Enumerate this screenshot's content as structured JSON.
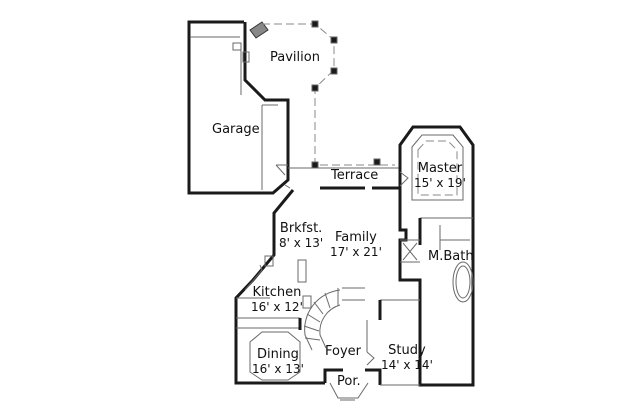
{
  "floor_plan": {
    "rooms": [
      {
        "id": "pavilion",
        "name": "Pavilion",
        "dimensions": ""
      },
      {
        "id": "garage",
        "name": "Garage",
        "dimensions": ""
      },
      {
        "id": "terrace",
        "name": "Terrace",
        "dimensions": ""
      },
      {
        "id": "master",
        "name": "Master",
        "dimensions": "15' x 19'"
      },
      {
        "id": "brkfst",
        "name": "Brkfst.",
        "dimensions": "8' x 13'"
      },
      {
        "id": "family",
        "name": "Family",
        "dimensions": "17' x 21'"
      },
      {
        "id": "mbath",
        "name": "M.Bath",
        "dimensions": ""
      },
      {
        "id": "kitchen",
        "name": "Kitchen",
        "dimensions": "16' x 12'"
      },
      {
        "id": "dining",
        "name": "Dining",
        "dimensions": "16' x 13'"
      },
      {
        "id": "foyer",
        "name": "Foyer",
        "dimensions": ""
      },
      {
        "id": "study",
        "name": "Study",
        "dimensions": "14' x 14'"
      },
      {
        "id": "porch",
        "name": "Por.",
        "dimensions": ""
      }
    ],
    "colors": {
      "wall": "#1a1a1a",
      "line": "#6a6a6a",
      "background": "#ffffff"
    }
  }
}
